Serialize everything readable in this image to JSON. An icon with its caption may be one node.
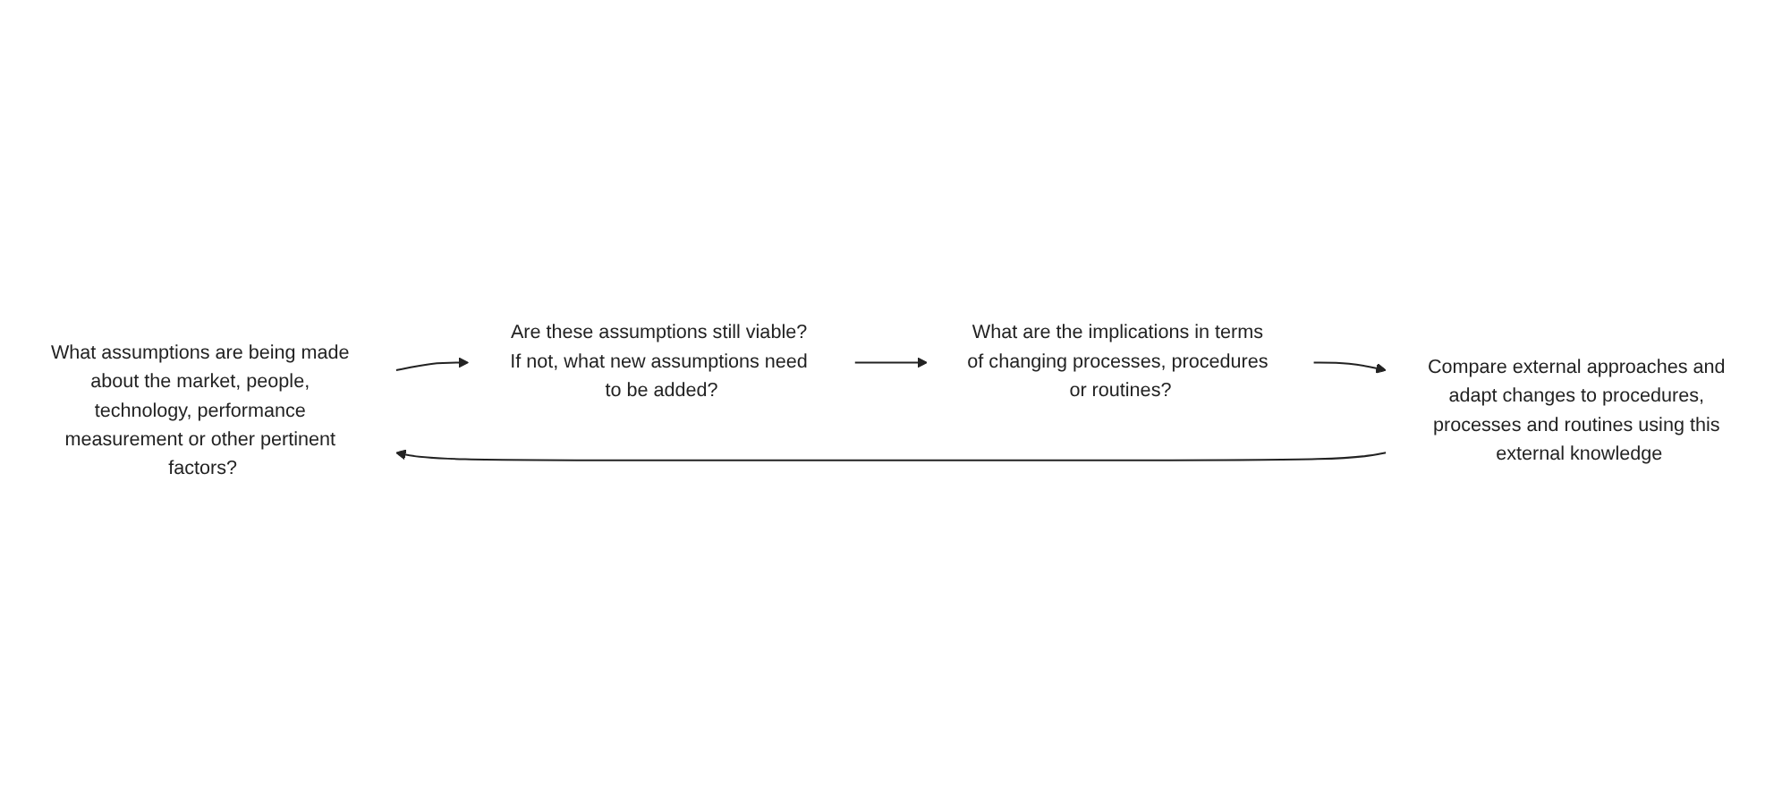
{
  "diagram": {
    "nodes": [
      {
        "text": [
          "What assumptions are being made about the market, people, technology, performance measurement or other pertinent factors?"
        ]
      },
      {
        "text": [
          "Are these assumptions still viable? If not, what new assumptions need to be added?"
        ]
      },
      {
        "text": [
          "What are the implications in terms of changing processes, procedures or routines?"
        ]
      },
      {
        "text": [
          "Compare external approaches and adapt changes to procedures, processes and routines using this external knowledge"
        ]
      }
    ],
    "edges": [
      {
        "from": 0,
        "to": 1,
        "arrow": "to"
      },
      {
        "from": 1,
        "to": 2,
        "arrow": "to"
      },
      {
        "from": 2,
        "to": 3,
        "arrow": "to"
      },
      {
        "from": 3,
        "to": 0,
        "arrow": "to"
      }
    ]
  }
}
